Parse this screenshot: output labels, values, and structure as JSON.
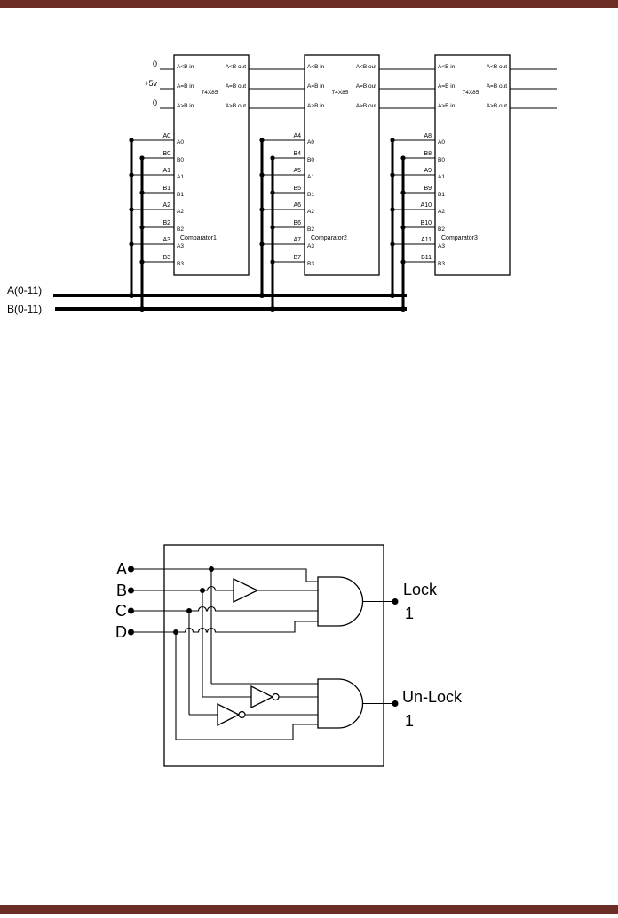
{
  "page": {
    "top_bar_color": "#6C2D26",
    "bottom_bar_color": "#6C2D26",
    "background": "#FFFFFF"
  },
  "comparator_diagram": {
    "chip_type": "74X85",
    "cascade_source_labels": [
      "0",
      "+5v",
      "0"
    ],
    "pins_in": [
      "A<B in",
      "A=B in",
      "A>B in"
    ],
    "pins_out": [
      "A<B out",
      "A=B out",
      "A>B out"
    ],
    "data_pins": [
      "A0",
      "B0",
      "A1",
      "B1",
      "A2",
      "B2",
      "A3",
      "B3"
    ],
    "comparators": [
      {
        "name": "Comparator1",
        "ext_labels": [
          "A0",
          "B0",
          "A1",
          "B1",
          "A2",
          "B2",
          "A3",
          "B3"
        ]
      },
      {
        "name": "Comparator2",
        "ext_labels": [
          "A4",
          "B4",
          "A5",
          "B5",
          "A6",
          "B6",
          "A7",
          "B7"
        ]
      },
      {
        "name": "Comparator3",
        "ext_labels": [
          "A8",
          "B8",
          "A9",
          "B9",
          "A10",
          "B10",
          "A11",
          "B11"
        ]
      }
    ],
    "bus_a_label": "A(0-11)",
    "bus_b_label": "B(0-11)"
  },
  "logic_diagram": {
    "inputs": [
      "A",
      "B",
      "C",
      "D"
    ],
    "outputs": [
      {
        "label": "Lock",
        "value": "1"
      },
      {
        "label": "Un-Lock",
        "value": "1"
      }
    ]
  }
}
